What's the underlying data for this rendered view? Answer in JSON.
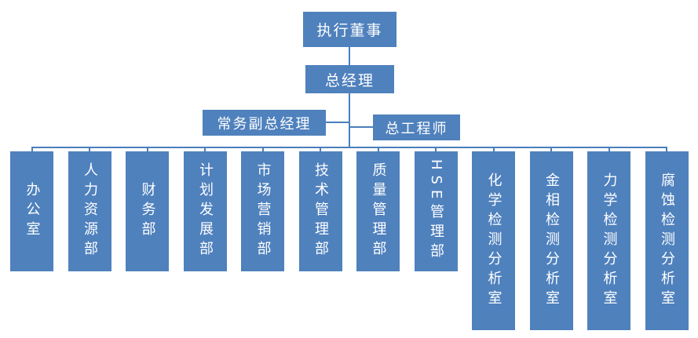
{
  "colors": {
    "box_fill": "#4F81BD",
    "box_text": "#FFFFFF",
    "connector": "#4A7EBB"
  },
  "org": {
    "executive_director": "执行董事",
    "general_manager": "总经理",
    "deputy_general_manager": "常务副总经理",
    "chief_engineer": "总工程师",
    "departments": [
      {
        "label": "办公室"
      },
      {
        "label": "人力资源部"
      },
      {
        "label": "财务部"
      },
      {
        "label": "计划发展部"
      },
      {
        "label": "市场营销部"
      },
      {
        "label": "技术管理部"
      },
      {
        "label": "质量管理部"
      },
      {
        "label": "HSE管理部"
      },
      {
        "label": "化学检测分析室"
      },
      {
        "label": "金相检测分析室"
      },
      {
        "label": "力学检测分析室"
      },
      {
        "label": "腐蚀检测分析室"
      }
    ]
  }
}
